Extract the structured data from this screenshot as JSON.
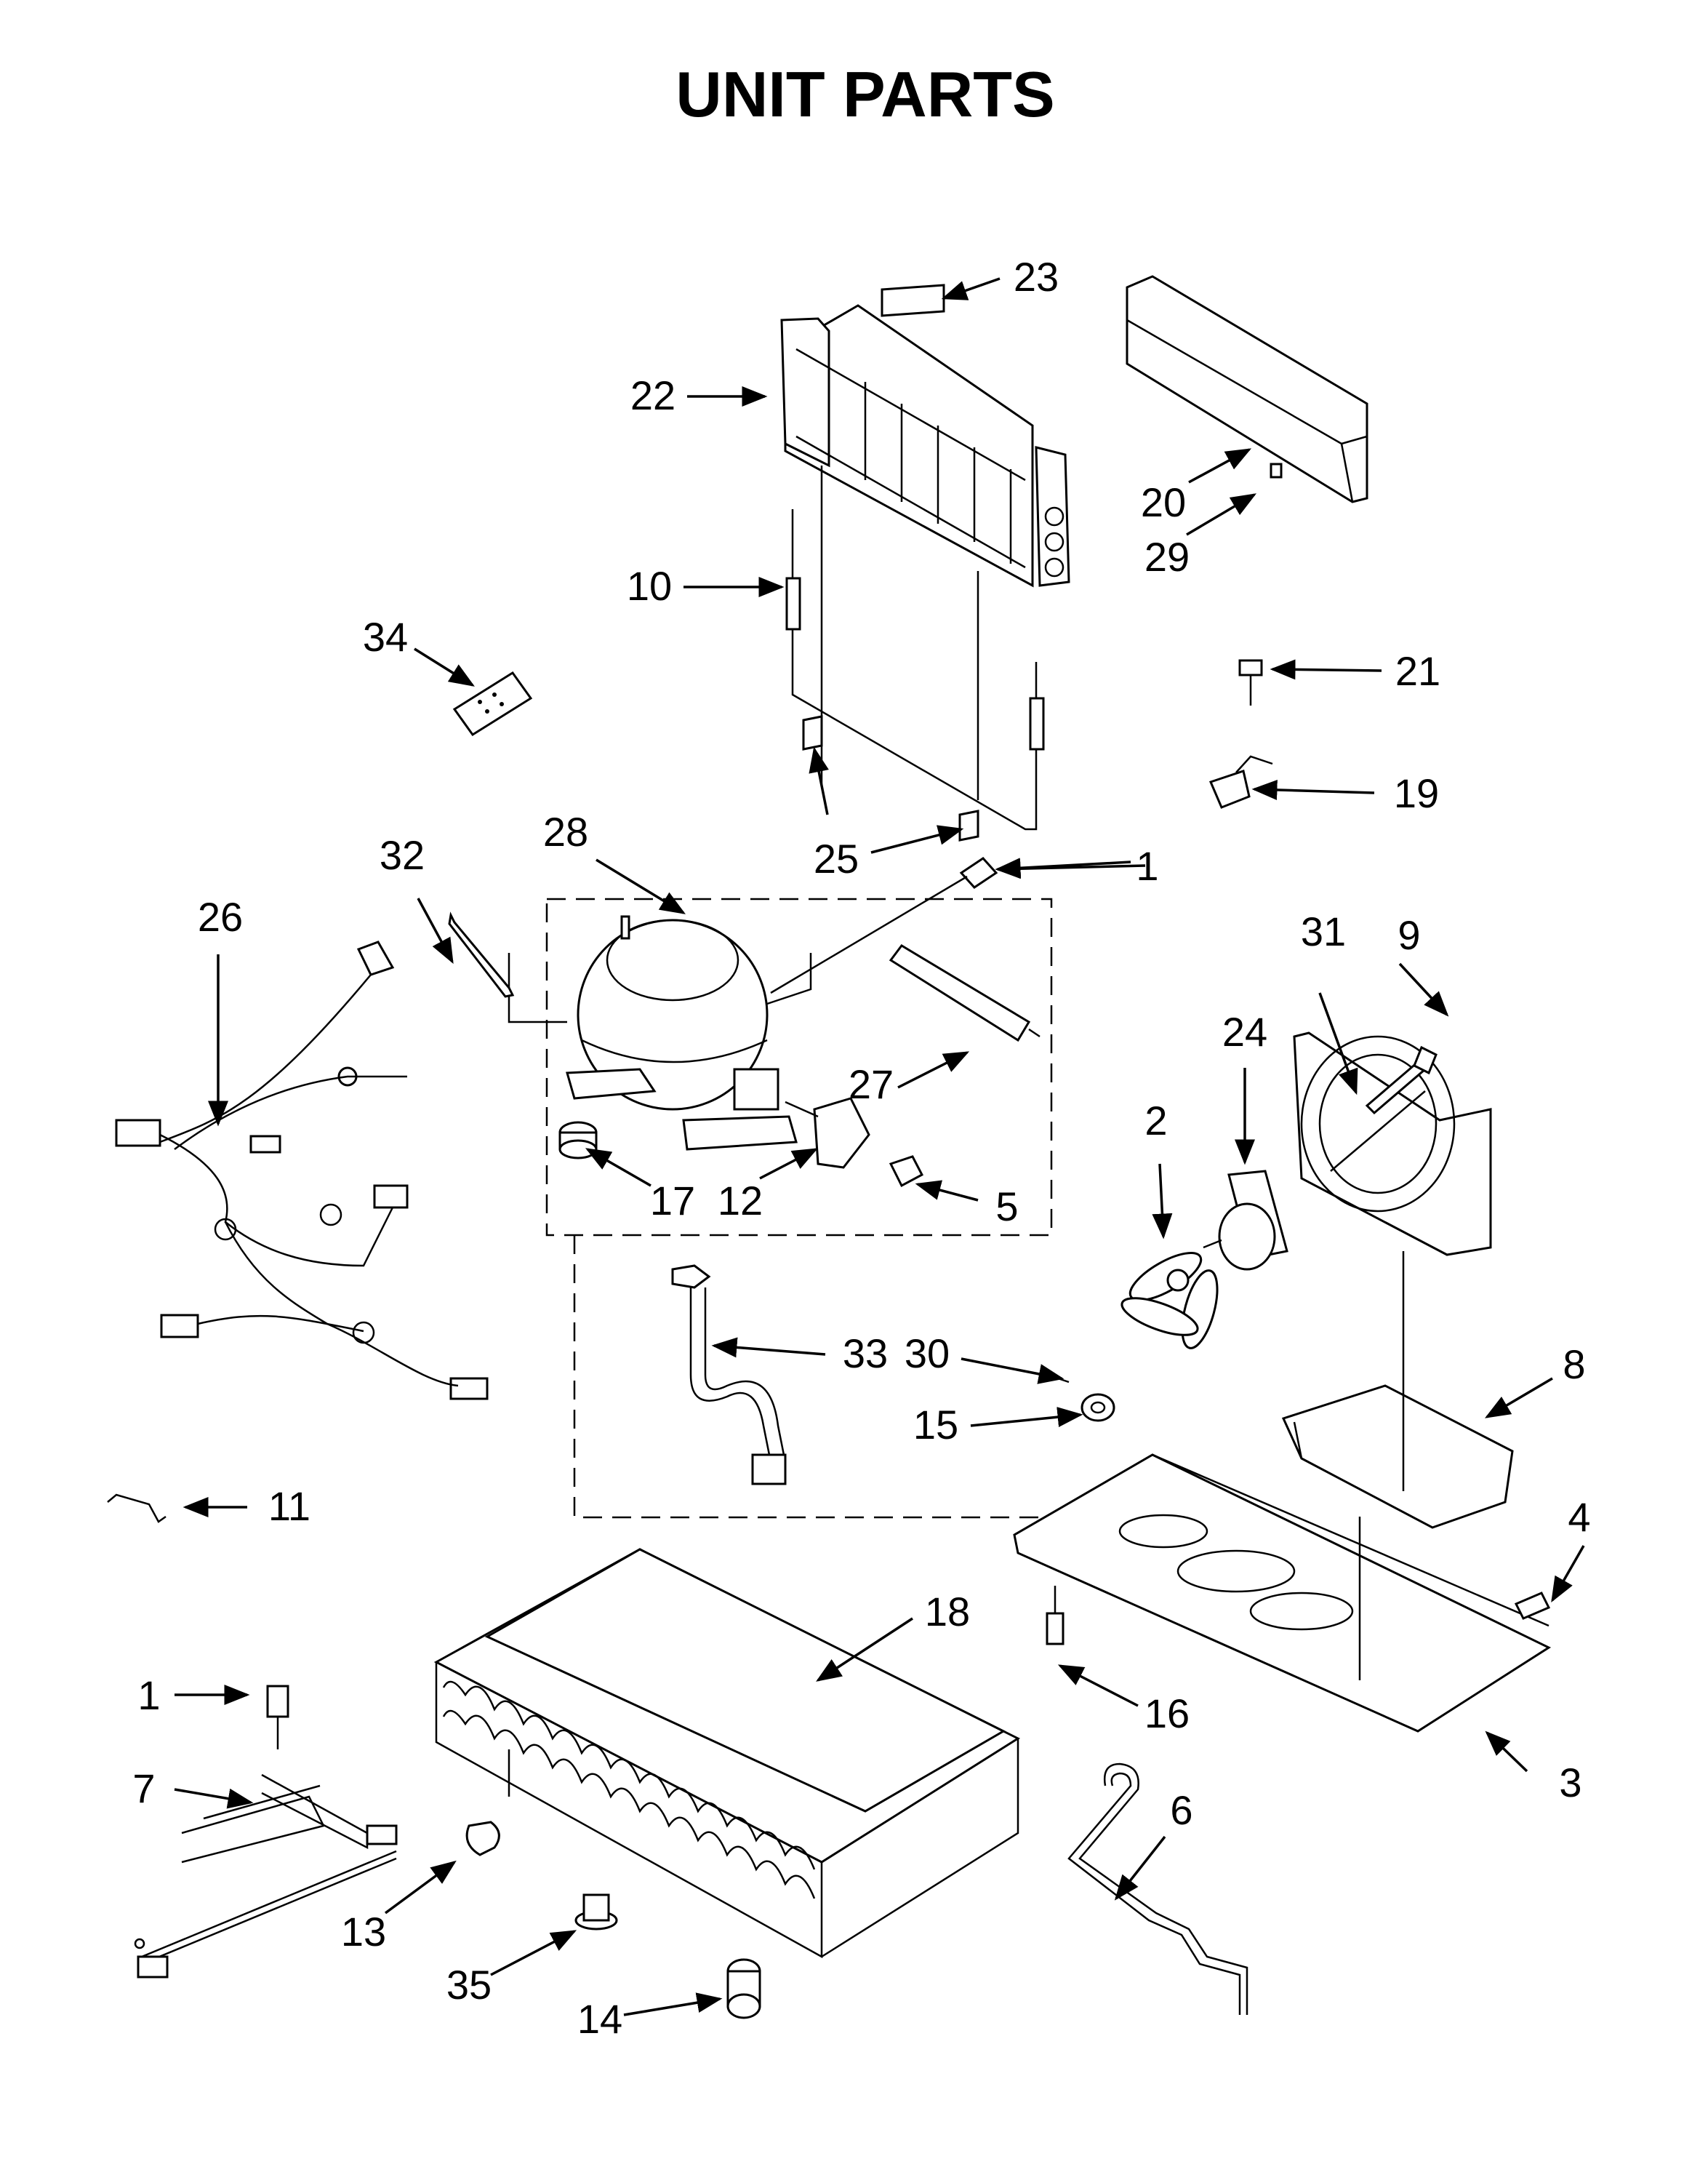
{
  "title": "UNIT PARTS",
  "callouts": [
    "1",
    "2",
    "3",
    "4",
    "5",
    "6",
    "7",
    "8",
    "9",
    "10",
    "11",
    "12",
    "13",
    "14",
    "15",
    "16",
    "17",
    "18",
    "19",
    "20",
    "21",
    "22",
    "23",
    "24",
    "25",
    "26",
    "27",
    "28",
    "29",
    "30",
    "31",
    "32",
    "33",
    "34",
    "35"
  ],
  "callout_1b": "1"
}
